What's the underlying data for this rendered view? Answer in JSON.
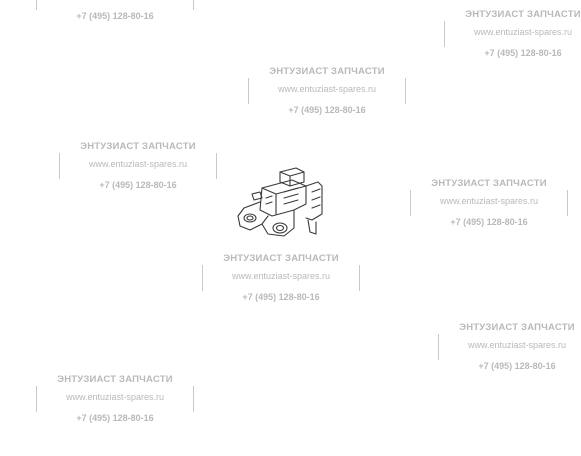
{
  "watermark": {
    "title": "ЭНТУЗИАСТ ЗАПЧАСТИ",
    "url": "www.entuziast-spares.ru",
    "phone": "+7 (495) 128-80-16"
  },
  "image": {
    "icon": "car-part-illustration-icon"
  }
}
